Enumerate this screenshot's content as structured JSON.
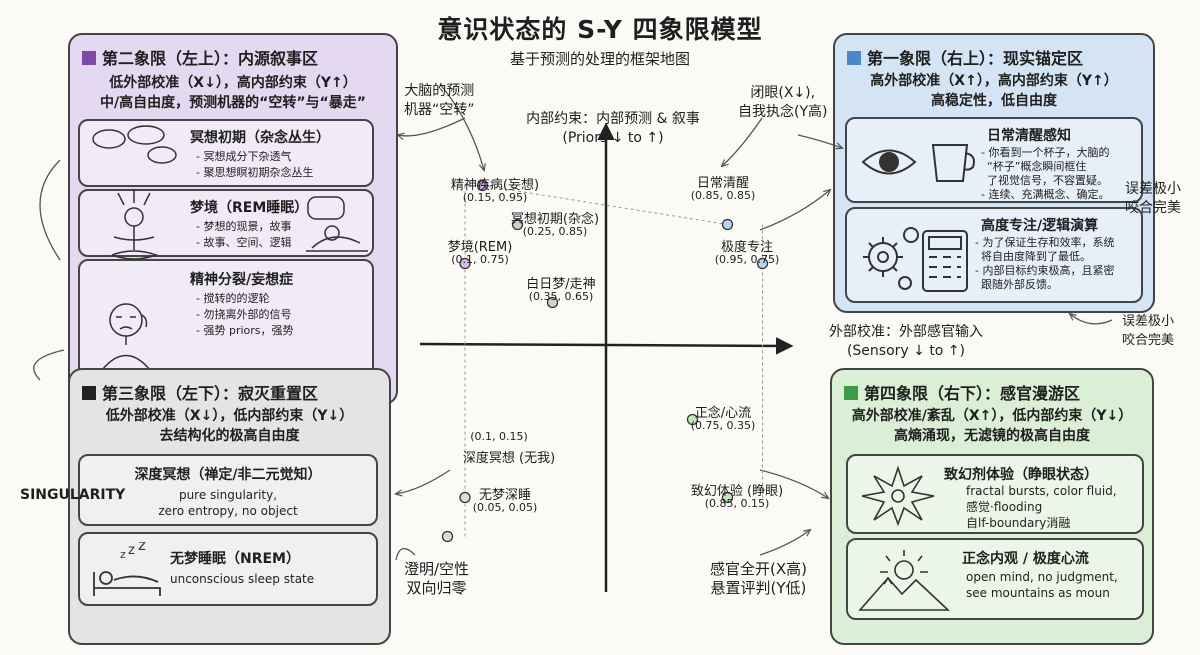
{
  "title": "意识状态的 S-Y 四象限模型",
  "subtitle": "基于预测的处理的框架地图",
  "colors": {
    "q1": "#4a86c8",
    "q2": "#7d4aa5",
    "q3": "#222222",
    "q4": "#3f9a48"
  },
  "axes": {
    "y_label_1": "内部约束：内部预测 & 叙事",
    "y_label_2": "(Priors ↓ to ↑)",
    "x_label_1": "外部校准：外部感官输入",
    "x_label_2": "(Sensory ↓ to ↑)"
  },
  "q2": {
    "heading": "第二象限（左上）：内源叙事区",
    "sub1": "低外部校准（X↓），高内部约束（Y↑）",
    "sub2": "中/高自由度，预测机器的“空转”与“暴走”",
    "cards": [
      {
        "title": "冥想初期（杂念丛生）",
        "lines": [
          "- 冥想成分下杂透气",
          "- 聚思想瞑初期杂念丛生"
        ]
      },
      {
        "title": "梦境（REM睡眠）",
        "lines": [
          "- 梦想的现景，故事",
          "- 故事、空间、逻辑"
        ]
      },
      {
        "title": "精神分裂/妄想症",
        "lines": [
          "- 搅转的的逻轮",
          "- 勿挠离外部的信号",
          "- 强势 priors，强势"
        ]
      }
    ]
  },
  "q1": {
    "heading": "第一象限（右上）：现实锚定区",
    "sub1": "高外部校准（X↑），高内部约束（Y↑）",
    "sub2": "高稳定性，低自由度",
    "cards": [
      {
        "title": "日常清醒感知",
        "lines": [
          "- 你看到一个杯子，大脑的",
          "“杯子”概念瞬间框住",
          "了视觉信号，不容置疑。",
          "- 连续、充满概念、确定。"
        ]
      },
      {
        "title": "高度专注/逻辑演算",
        "lines": [
          "- 为了保证生存和效率，系统",
          "将自由度降到了最低。",
          "- 内部目标约束极高，且紧密",
          "跟随外部反馈。"
        ]
      }
    ]
  },
  "q3": {
    "heading": "第三象限（左下）：寂灭重置区",
    "sub1": "低外部校准（X↓），低内部约束（Y↓）",
    "sub2": "去结构化的极高自由度",
    "cards": [
      {
        "title": "深度冥想（禅定/非二元觉知）",
        "lines": [
          "pure singularity,",
          "zero entropy, no object"
        ]
      },
      {
        "title": "无梦睡眠（NREM）",
        "lines": [
          "unconscious sleep state"
        ]
      }
    ]
  },
  "q4": {
    "heading": "第四象限（右下）：感官漫游区",
    "sub1": "高外部校准/紊乱（X↑），低内部约束（Y↓）",
    "sub2": "高熵涌现，无滤镜的极高自由度",
    "cards": [
      {
        "title": "致幻剂体验（睁眼状态）",
        "lines": [
          "fractal bursts, color fluid,",
          "感觉·flooding",
          "自lf-boundary消融"
        ]
      },
      {
        "title": "正念内观 / 极度心流",
        "lines": [
          "open mind, no judgment,",
          "see mountains as moun"
        ]
      }
    ]
  },
  "points": [
    {
      "label": "精神疾病(妄想)",
      "coord": "(0.15, 0.95)",
      "x": 0.15,
      "y": 0.95,
      "color": "#c9a6e0"
    },
    {
      "label": "冥想初期(杂念)",
      "coord": "(0.25, 0.85)",
      "x": 0.25,
      "y": 0.85,
      "color": "#cfcfcf"
    },
    {
      "label": "梦境(REM)",
      "coord": "(0.1, 0.75)",
      "x": 0.1,
      "y": 0.75,
      "color": "#d8b8ea"
    },
    {
      "label": "白日梦/走神",
      "coord": "(0.35, 0.65)",
      "x": 0.35,
      "y": 0.65,
      "color": "#cfcfcf"
    },
    {
      "label": "日常清醒",
      "coord": "(0.85, 0.85)",
      "x": 0.85,
      "y": 0.85,
      "color": "#b8d4ee"
    },
    {
      "label": "极度专注",
      "coord": "(0.95, 0.75)",
      "x": 0.95,
      "y": 0.75,
      "color": "#b8d4ee"
    },
    {
      "label": "正念/心流",
      "coord": "(0.75, 0.35)",
      "x": 0.75,
      "y": 0.35,
      "color": "#c7e6bf"
    },
    {
      "label": "深度冥想 (无我)",
      "coord": "(0.1, 0.15)",
      "x": 0.1,
      "y": 0.15,
      "color": "#dddddd"
    },
    {
      "label": "无梦深睡",
      "coord": "(0.05, 0.05)",
      "x": 0.05,
      "y": 0.05,
      "color": "#dddddd"
    },
    {
      "label": "致幻体验 (睁眼)",
      "coord": "(0.85, 0.15)",
      "x": 0.85,
      "y": 0.15,
      "color": "#c7e6bf"
    }
  ],
  "notes": {
    "brain_idle_1": "大脑的预测",
    "brain_idle_2": "机器“空转”",
    "eyes_closed_1": "闭眼(X↓),",
    "eyes_closed_2": "自我执念(Y高)",
    "error_small_1": "误差极小",
    "error_small_2": "咬合完美",
    "error_small_b1": "误差极小",
    "error_small_b2": "咬合完美",
    "singularity": "SINGULARITY",
    "clarity_1": "澄明/空性",
    "clarity_2": "双向归零",
    "senses_1": "感官全开(X高)",
    "senses_2": "悬置评判(Y低)"
  }
}
